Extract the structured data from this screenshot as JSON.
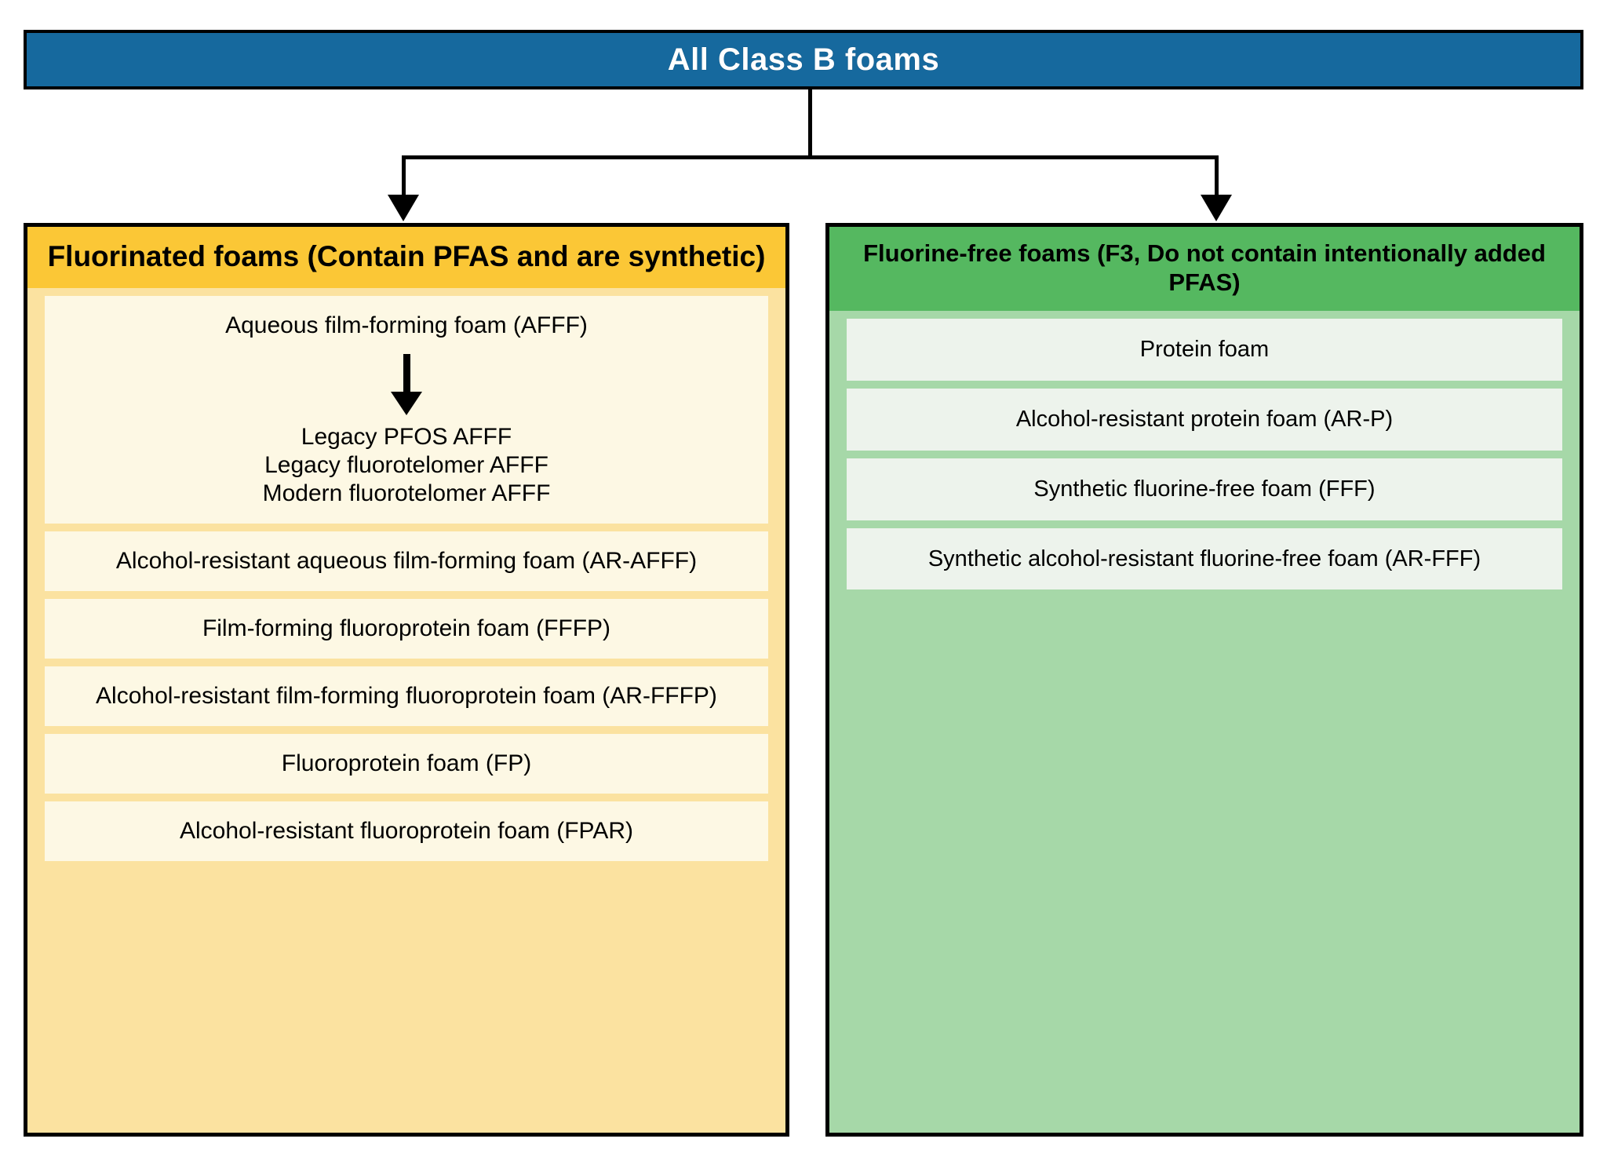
{
  "diagram": {
    "type": "hierarchy-flowchart",
    "root": {
      "label": "All Class B foams",
      "color": "#16699e",
      "text_color": "#ffffff"
    },
    "branches": [
      {
        "id": "fluorinated",
        "header_line1": "Fluorinated foams",
        "header_line2": "(Contain PFAS and are synthetic)",
        "header_color": "#fbc736",
        "body_color": "#fbe2a0",
        "item_color": "#fdf8e4",
        "items": [
          {
            "label": "Aqueous film-forming foam (AFFF)",
            "has_arrow": true,
            "sub_items": [
              "Legacy PFOS AFFF",
              "Legacy fluorotelomer AFFF",
              "Modern fluorotelomer AFFF"
            ]
          },
          {
            "label": "Alcohol-resistant aqueous film-forming foam (AR-AFFF)",
            "has_arrow": false,
            "sub_items": []
          },
          {
            "label": "Film-forming fluoroprotein foam (FFFP)",
            "has_arrow": false,
            "sub_items": []
          },
          {
            "label": "Alcohol-resistant film-forming fluoroprotein foam (AR-FFFP)",
            "has_arrow": false,
            "sub_items": []
          },
          {
            "label": "Fluoroprotein foam (FP)",
            "has_arrow": false,
            "sub_items": []
          },
          {
            "label": "Alcohol-resistant fluoroprotein foam (FPAR)",
            "has_arrow": false,
            "sub_items": []
          }
        ]
      },
      {
        "id": "fluorine-free",
        "header_line1": "Fluorine-free foams",
        "header_line2": "(F3, Do not contain intentionally added PFAS)",
        "header_color": "#55b860",
        "body_color": "#a6d8a8",
        "item_color": "#edf3ec",
        "items": [
          {
            "label": "Protein foam",
            "has_arrow": false,
            "sub_items": []
          },
          {
            "label": "Alcohol-resistant protein foam (AR-P)",
            "has_arrow": false,
            "sub_items": []
          },
          {
            "label": "Synthetic fluorine-free foam (FFF)",
            "has_arrow": false,
            "sub_items": []
          },
          {
            "label": "Synthetic alcohol-resistant fluorine-free foam (AR-FFF)",
            "has_arrow": false,
            "sub_items": []
          }
        ]
      }
    ]
  }
}
